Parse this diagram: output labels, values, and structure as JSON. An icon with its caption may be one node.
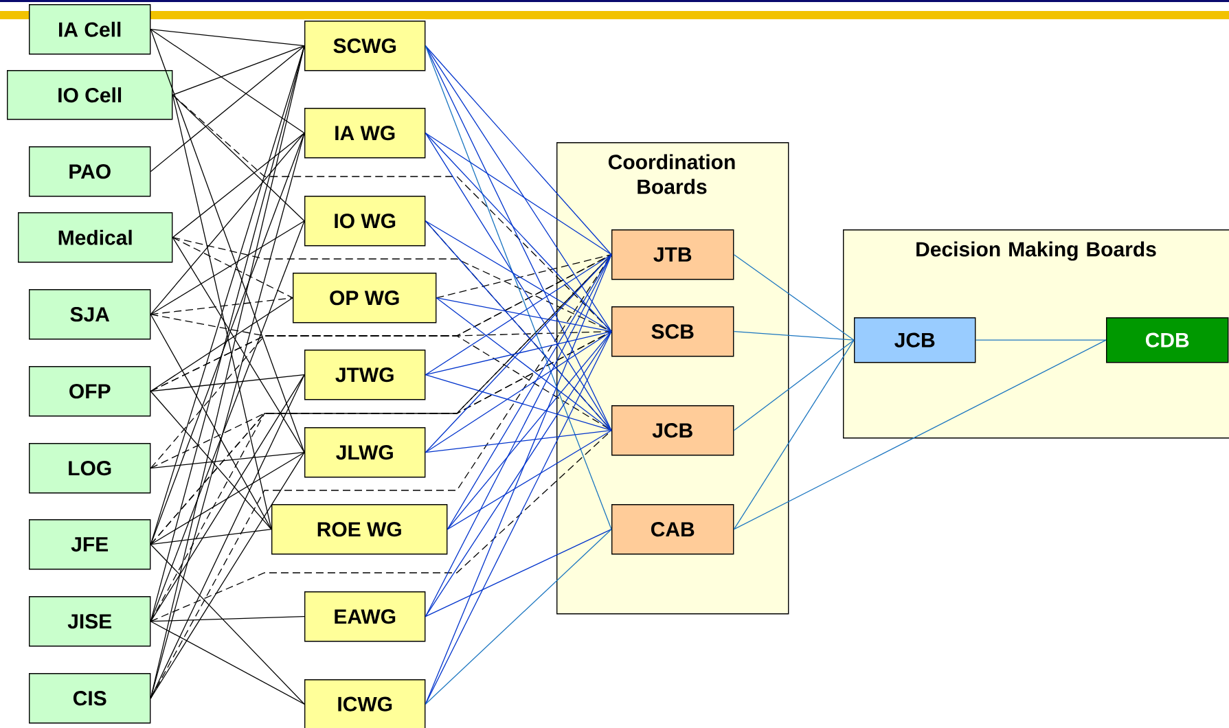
{
  "diagram": {
    "nodes": [
      {
        "text": [
          "IA Cell"
        ]
      },
      {
        "text": [
          "IO Cell"
        ]
      },
      {
        "text": [
          "PAO"
        ]
      },
      {
        "text": [
          "Medical"
        ]
      },
      {
        "text": [
          "SJA"
        ]
      },
      {
        "text": [
          "OFP"
        ]
      },
      {
        "text": [
          "LOG"
        ]
      },
      {
        "text": [
          "JFE"
        ]
      },
      {
        "text": [
          "JISE"
        ]
      },
      {
        "text": [
          "CIS"
        ]
      },
      {
        "text": [
          "SCWG"
        ]
      },
      {
        "text": [
          "IA WG"
        ]
      },
      {
        "text": [
          "IO WG"
        ]
      },
      {
        "text": [
          "OP WG"
        ]
      },
      {
        "text": [
          "JTWG"
        ]
      },
      {
        "text": [
          "JLWG"
        ]
      },
      {
        "text": [
          "ROE WG"
        ]
      },
      {
        "text": [
          "EAWG"
        ]
      },
      {
        "text": [
          "ICWG"
        ]
      },
      {
        "text": [
          "Coordination Boards"
        ]
      },
      {
        "text": [
          "JTB"
        ],
        "in": 19
      },
      {
        "text": [
          "SCB"
        ],
        "in": 19
      },
      {
        "text": [
          "JCB"
        ],
        "in": 19
      },
      {
        "text": [
          "CAB"
        ],
        "in": 19
      },
      {
        "text": [
          "Decision Making Boards"
        ]
      },
      {
        "text": [
          "JCB"
        ],
        "in": 24
      },
      {
        "text": [
          "CDB"
        ],
        "in": 24
      }
    ],
    "edges": [
      {
        "from": 0,
        "to": 10,
        "arrow": "none"
      },
      {
        "from": 0,
        "to": 11,
        "arrow": "none"
      },
      {
        "from": 0,
        "to": 15,
        "arrow": "none"
      },
      {
        "from": 1,
        "to": 10,
        "arrow": "none"
      },
      {
        "from": 1,
        "to": 12,
        "arrow": "none"
      },
      {
        "from": 1,
        "to": 16,
        "arrow": "none"
      },
      {
        "from": 2,
        "to": 10,
        "arrow": "none"
      },
      {
        "from": 3,
        "to": 11,
        "arrow": "none"
      },
      {
        "from": 3,
        "to": 15,
        "arrow": "none"
      },
      {
        "from": 4,
        "to": 11,
        "arrow": "none"
      },
      {
        "from": 4,
        "to": 12,
        "arrow": "none"
      },
      {
        "from": 4,
        "to": 16,
        "arrow": "none"
      },
      {
        "from": 5,
        "to": 13,
        "arrow": "none"
      },
      {
        "from": 5,
        "to": 14,
        "arrow": "none"
      },
      {
        "from": 5,
        "to": 16,
        "arrow": "none"
      },
      {
        "from": 6,
        "to": 15,
        "arrow": "none"
      },
      {
        "from": 7,
        "to": 10,
        "arrow": "none"
      },
      {
        "from": 7,
        "to": 11,
        "arrow": "none"
      },
      {
        "from": 7,
        "to": 15,
        "arrow": "none"
      },
      {
        "from": 7,
        "to": 16,
        "arrow": "none"
      },
      {
        "from": 7,
        "to": 18,
        "arrow": "none"
      },
      {
        "from": 8,
        "to": 10,
        "arrow": "none"
      },
      {
        "from": 8,
        "to": 12,
        "arrow": "none"
      },
      {
        "from": 8,
        "to": 14,
        "arrow": "none"
      },
      {
        "from": 8,
        "to": 17,
        "arrow": "none"
      },
      {
        "from": 8,
        "to": 18,
        "arrow": "none"
      },
      {
        "from": 9,
        "to": 10,
        "arrow": "none"
      },
      {
        "from": 9,
        "to": 11,
        "arrow": "none"
      },
      {
        "from": 9,
        "to": 14,
        "arrow": "none"
      },
      {
        "from": 9,
        "to": 15,
        "arrow": "none"
      },
      {
        "from": 1,
        "to": 21,
        "arrow": "none",
        "style": "dashed"
      },
      {
        "from": 3,
        "to": 13,
        "arrow": "none",
        "style": "dashed"
      },
      {
        "from": 3,
        "to": 21,
        "arrow": "none",
        "style": "dashed"
      },
      {
        "from": 4,
        "to": 13,
        "arrow": "none",
        "style": "dashed"
      },
      {
        "from": 4,
        "to": 22,
        "arrow": "none",
        "style": "dashed"
      },
      {
        "from": 5,
        "to": 20,
        "arrow": "none",
        "style": "dashed"
      },
      {
        "from": 5,
        "to": 21,
        "arrow": "none",
        "style": "dashed"
      },
      {
        "from": 6,
        "to": 20,
        "arrow": "none",
        "style": "dashed"
      },
      {
        "from": 6,
        "to": 21,
        "arrow": "none",
        "style": "dashed"
      },
      {
        "from": 7,
        "to": 20,
        "arrow": "none",
        "style": "dashed"
      },
      {
        "from": 7,
        "to": 21,
        "arrow": "none",
        "style": "dashed"
      },
      {
        "from": 8,
        "to": 20,
        "arrow": "none",
        "style": "dashed"
      },
      {
        "from": 8,
        "to": 22,
        "arrow": "none",
        "style": "dashed"
      },
      {
        "from": 9,
        "to": 20,
        "arrow": "none",
        "style": "dashed"
      },
      {
        "from": 12,
        "to": 22,
        "arrow": "none",
        "style": "dashed"
      },
      {
        "from": 13,
        "to": 20,
        "arrow": "none",
        "style": "dashed"
      },
      {
        "from": 10,
        "to": 20,
        "arrow": "none",
        "color": "#0033cc"
      },
      {
        "from": 10,
        "to": 21,
        "arrow": "none",
        "color": "#0033cc"
      },
      {
        "from": 10,
        "to": 22,
        "arrow": "none",
        "color": "#0033cc"
      },
      {
        "from": 10,
        "to": 23,
        "arrow": "none",
        "color": "#1a75c0"
      },
      {
        "from": 11,
        "to": 20,
        "arrow": "none",
        "color": "#0033cc"
      },
      {
        "from": 11,
        "to": 21,
        "arrow": "none",
        "color": "#0033cc"
      },
      {
        "from": 11,
        "to": 22,
        "arrow": "none",
        "color": "#0033cc"
      },
      {
        "from": 12,
        "to": 21,
        "arrow": "none",
        "color": "#0033cc"
      },
      {
        "from": 12,
        "to": 22,
        "arrow": "none",
        "color": "#0033cc"
      },
      {
        "from": 13,
        "to": 21,
        "arrow": "none",
        "color": "#0033cc"
      },
      {
        "from": 13,
        "to": 22,
        "arrow": "none",
        "color": "#0033cc"
      },
      {
        "from": 14,
        "to": 20,
        "arrow": "none",
        "color": "#0033cc"
      },
      {
        "from": 14,
        "to": 21,
        "arrow": "none",
        "color": "#0033cc"
      },
      {
        "from": 14,
        "to": 22,
        "arrow": "none",
        "color": "#0033cc"
      },
      {
        "from": 15,
        "to": 20,
        "arrow": "none",
        "color": "#0033cc"
      },
      {
        "from": 15,
        "to": 21,
        "arrow": "none",
        "color": "#0033cc"
      },
      {
        "from": 15,
        "to": 22,
        "arrow": "none",
        "color": "#0033cc"
      },
      {
        "from": 16,
        "to": 20,
        "arrow": "none",
        "color": "#0033cc"
      },
      {
        "from": 16,
        "to": 21,
        "arrow": "none",
        "color": "#0033cc"
      },
      {
        "from": 16,
        "to": 22,
        "arrow": "none",
        "color": "#0033cc"
      },
      {
        "from": 17,
        "to": 20,
        "arrow": "none",
        "color": "#0033cc"
      },
      {
        "from": 17,
        "to": 21,
        "arrow": "none",
        "color": "#0033cc"
      },
      {
        "from": 17,
        "to": 23,
        "arrow": "none",
        "color": "#0033cc"
      },
      {
        "from": 18,
        "to": 20,
        "arrow": "none",
        "color": "#0033cc"
      },
      {
        "from": 18,
        "to": 21,
        "arrow": "none",
        "color": "#0033cc"
      },
      {
        "from": 18,
        "to": 23,
        "arrow": "none",
        "color": "#1a75c0"
      },
      {
        "from": 20,
        "to": 25,
        "arrow": "none",
        "color": "#1a75c0"
      },
      {
        "from": 21,
        "to": 25,
        "arrow": "none",
        "color": "#1a75c0"
      },
      {
        "from": 22,
        "to": 25,
        "arrow": "none",
        "color": "#1a75c0"
      },
      {
        "from": 23,
        "to": 25,
        "arrow": "none",
        "color": "#1a75c0"
      },
      {
        "from": 23,
        "to": 26,
        "arrow": "none",
        "color": "#1a75c0"
      },
      {
        "from": 25,
        "to": 26,
        "arrow": "none",
        "color": "#1a75c0"
      }
    ]
  }
}
